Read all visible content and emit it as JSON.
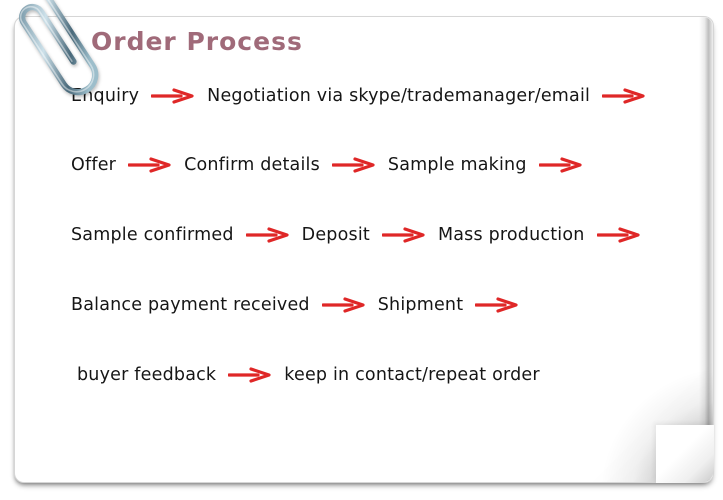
{
  "page": {
    "title": "Order Process"
  },
  "colors": {
    "title": "#a06a79",
    "text": "#161616",
    "arrow": "#df2727",
    "paper": "#ffffff",
    "paper_edge": "#d6d6d6",
    "clip_dark": "#49697a",
    "clip_light": "#cde1ea"
  },
  "icons": {
    "paperclip": "paperclip-icon",
    "arrow": "right-arrow-icon"
  },
  "flow": {
    "rows": [
      {
        "steps": [
          "Enquiry",
          "Negotiation via skype/trademanager/email"
        ],
        "trailing_arrow": true
      },
      {
        "steps": [
          "Offer",
          "Confirm details",
          "Sample making"
        ],
        "trailing_arrow": true
      },
      {
        "steps": [
          "Sample confirmed",
          "Deposit",
          "Mass production"
        ],
        "trailing_arrow": true
      },
      {
        "steps": [
          "Balance payment received",
          "Shipment"
        ],
        "trailing_arrow": true
      },
      {
        "steps": [
          "buyer feedback",
          "keep in contact/repeat order"
        ],
        "trailing_arrow": false
      }
    ]
  }
}
